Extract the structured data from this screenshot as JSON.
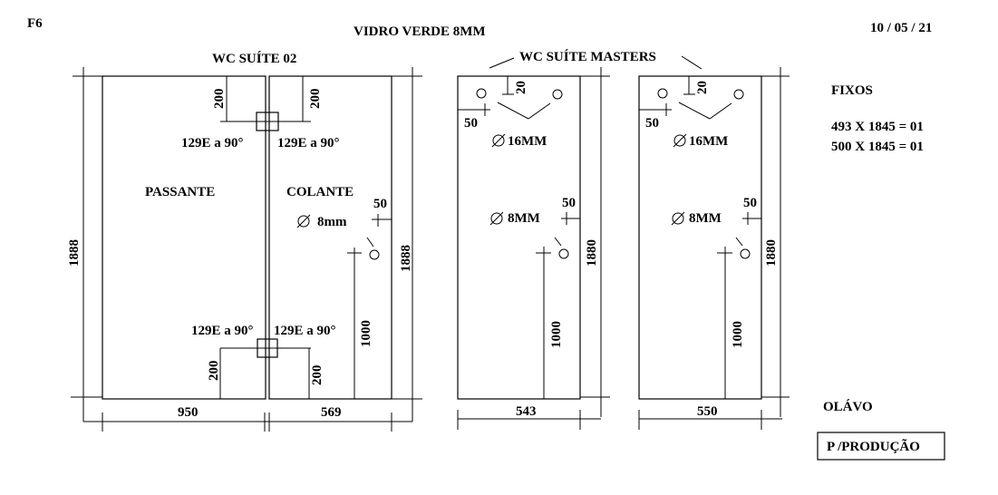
{
  "header": {
    "sheet_code": "F6",
    "title": "VIDRO VERDE 8MM",
    "date": "10 / 05 / 21"
  },
  "suite02": {
    "title": "WC SUÍTE 02",
    "passante_label": "PASSANTE",
    "colante_label": "COLANTE",
    "top_left_offset": "200",
    "top_right_offset": "200",
    "bottom_left_offset": "200",
    "bottom_right_offset": "200",
    "hinge_top_left": "129E a 90°",
    "hinge_top_right": "129E a 90°",
    "hinge_bottom_left": "129E a 90°",
    "hinge_bottom_right": "129E a 90°",
    "hole_label": "8mm",
    "hole_offset": "50",
    "handle_height": "1000",
    "left_height": "1888",
    "right_height": "1888",
    "width_passante": "950",
    "width_colante": "569"
  },
  "masters": {
    "title": "WC SUÍTE MASTERS",
    "panels": [
      {
        "top_offset": "20",
        "side_offset": "50",
        "top_hole_label": "16MM",
        "hole_label": "8MM",
        "hole_offset": "50",
        "handle_height": "1000",
        "height": "1880",
        "width": "543"
      },
      {
        "top_offset": "20",
        "side_offset": "50",
        "top_hole_label": "16MM",
        "hole_label": "8MM",
        "hole_offset": "50",
        "handle_height": "1000",
        "height": "1880",
        "width": "550"
      }
    ]
  },
  "fixos": {
    "title": "FIXOS",
    "lines": [
      "493 X 1845 = 01",
      "500 X 1845 = 01"
    ]
  },
  "author": "OLÁVO",
  "stamp": "P /PRODUÇÃO"
}
